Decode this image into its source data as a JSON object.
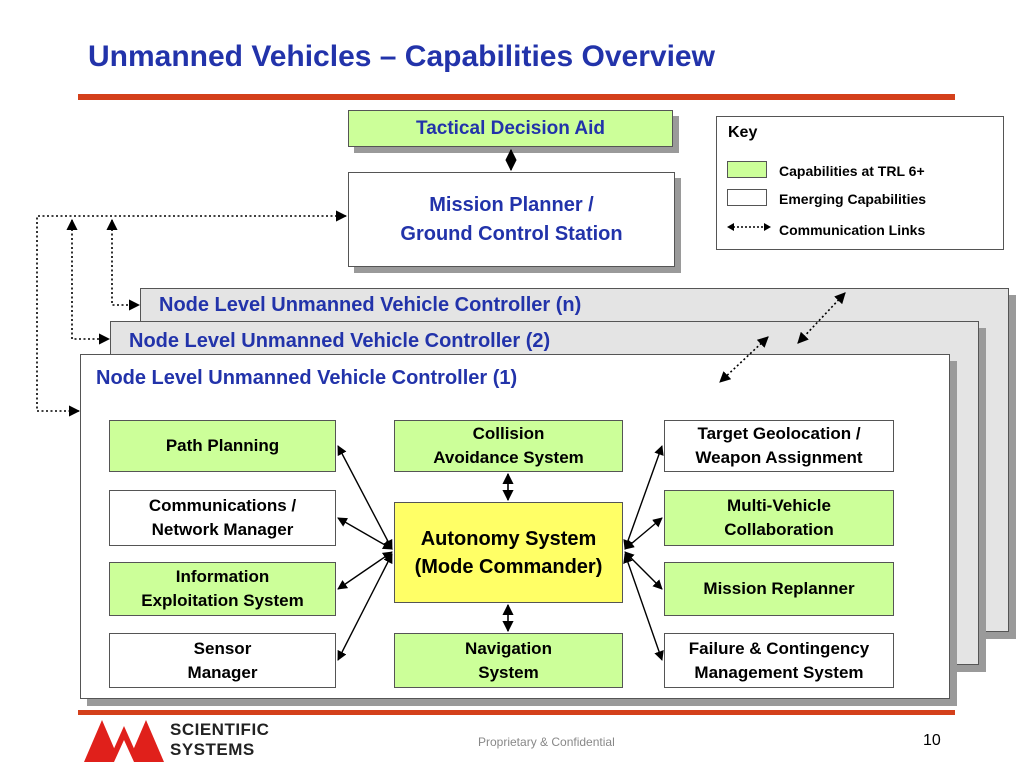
{
  "title": "Unmanned Vehicles – Capabilities Overview",
  "colors": {
    "title_blue": "#2233aa",
    "rule_orange": "#d4401b",
    "green": "#ccff99",
    "yellow": "#ffff66",
    "shadow_gray": "#9a9a9a",
    "panel_gray": "#e4e4e4"
  },
  "top": {
    "tactical": "Tactical Decision Aid",
    "mission": "Mission Planner /\nGround Control Station"
  },
  "key": {
    "title": "Key",
    "items": [
      {
        "label": "Capabilities at TRL 6+",
        "swatch": "green"
      },
      {
        "label": "Emerging Capabilities",
        "swatch": "white"
      },
      {
        "label": "Communication Links",
        "swatch": "arrow"
      }
    ]
  },
  "controllers": {
    "n": "Node Level Unmanned Vehicle Controller (n)",
    "two": "Node Level Unmanned Vehicle Controller (2)",
    "one": "Node Level Unmanned Vehicle Controller (1)"
  },
  "modules": {
    "left": [
      {
        "label": "Path Planning",
        "kind": "green"
      },
      {
        "label": "Communications /\nNetwork Manager",
        "kind": "white"
      },
      {
        "label": "Information\nExploitation System",
        "kind": "green"
      },
      {
        "label": "Sensor\nManager",
        "kind": "white"
      }
    ],
    "center": {
      "collision": "Collision\nAvoidance System",
      "autonomy": "Autonomy System\n(Mode Commander)",
      "navigation": "Navigation\nSystem"
    },
    "right": [
      {
        "label": "Target Geolocation /\nWeapon Assignment",
        "kind": "white"
      },
      {
        "label": "Multi-Vehicle\nCollaboration",
        "kind": "green"
      },
      {
        "label": "Mission Replanner",
        "kind": "green"
      },
      {
        "label": "Failure & Contingency\nManagement System",
        "kind": "white"
      }
    ]
  },
  "footer": {
    "logo": "SCIENTIFIC\nSYSTEMS",
    "confidential": "Proprietary & Confidential",
    "page": "10"
  }
}
